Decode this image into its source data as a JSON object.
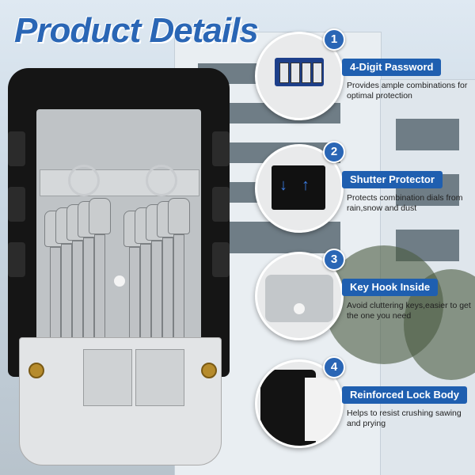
{
  "title": "Product Details",
  "colors": {
    "accent": "#1f5fb0",
    "title": "#2a66b5",
    "lockbox_shell": "#151515"
  },
  "features": [
    {
      "number": "1",
      "label": "4-Digit Password",
      "description": "Provides ample combinations for optimal protection",
      "icon": "combination-dial-icon"
    },
    {
      "number": "2",
      "label": "Shutter Protector",
      "description": "Protects combination dials from rain,snow and dust",
      "icon": "shutter-arrows-icon"
    },
    {
      "number": "3",
      "label": "Key Hook Inside",
      "description": "Avoid cluttering keys,easier to get the one you need",
      "icon": "key-hook-icon"
    },
    {
      "number": "4",
      "label": "Reinforced Lock Body",
      "description": "Helps to resist crushing sawing and prying",
      "icon": "lock-body-icon"
    }
  ]
}
